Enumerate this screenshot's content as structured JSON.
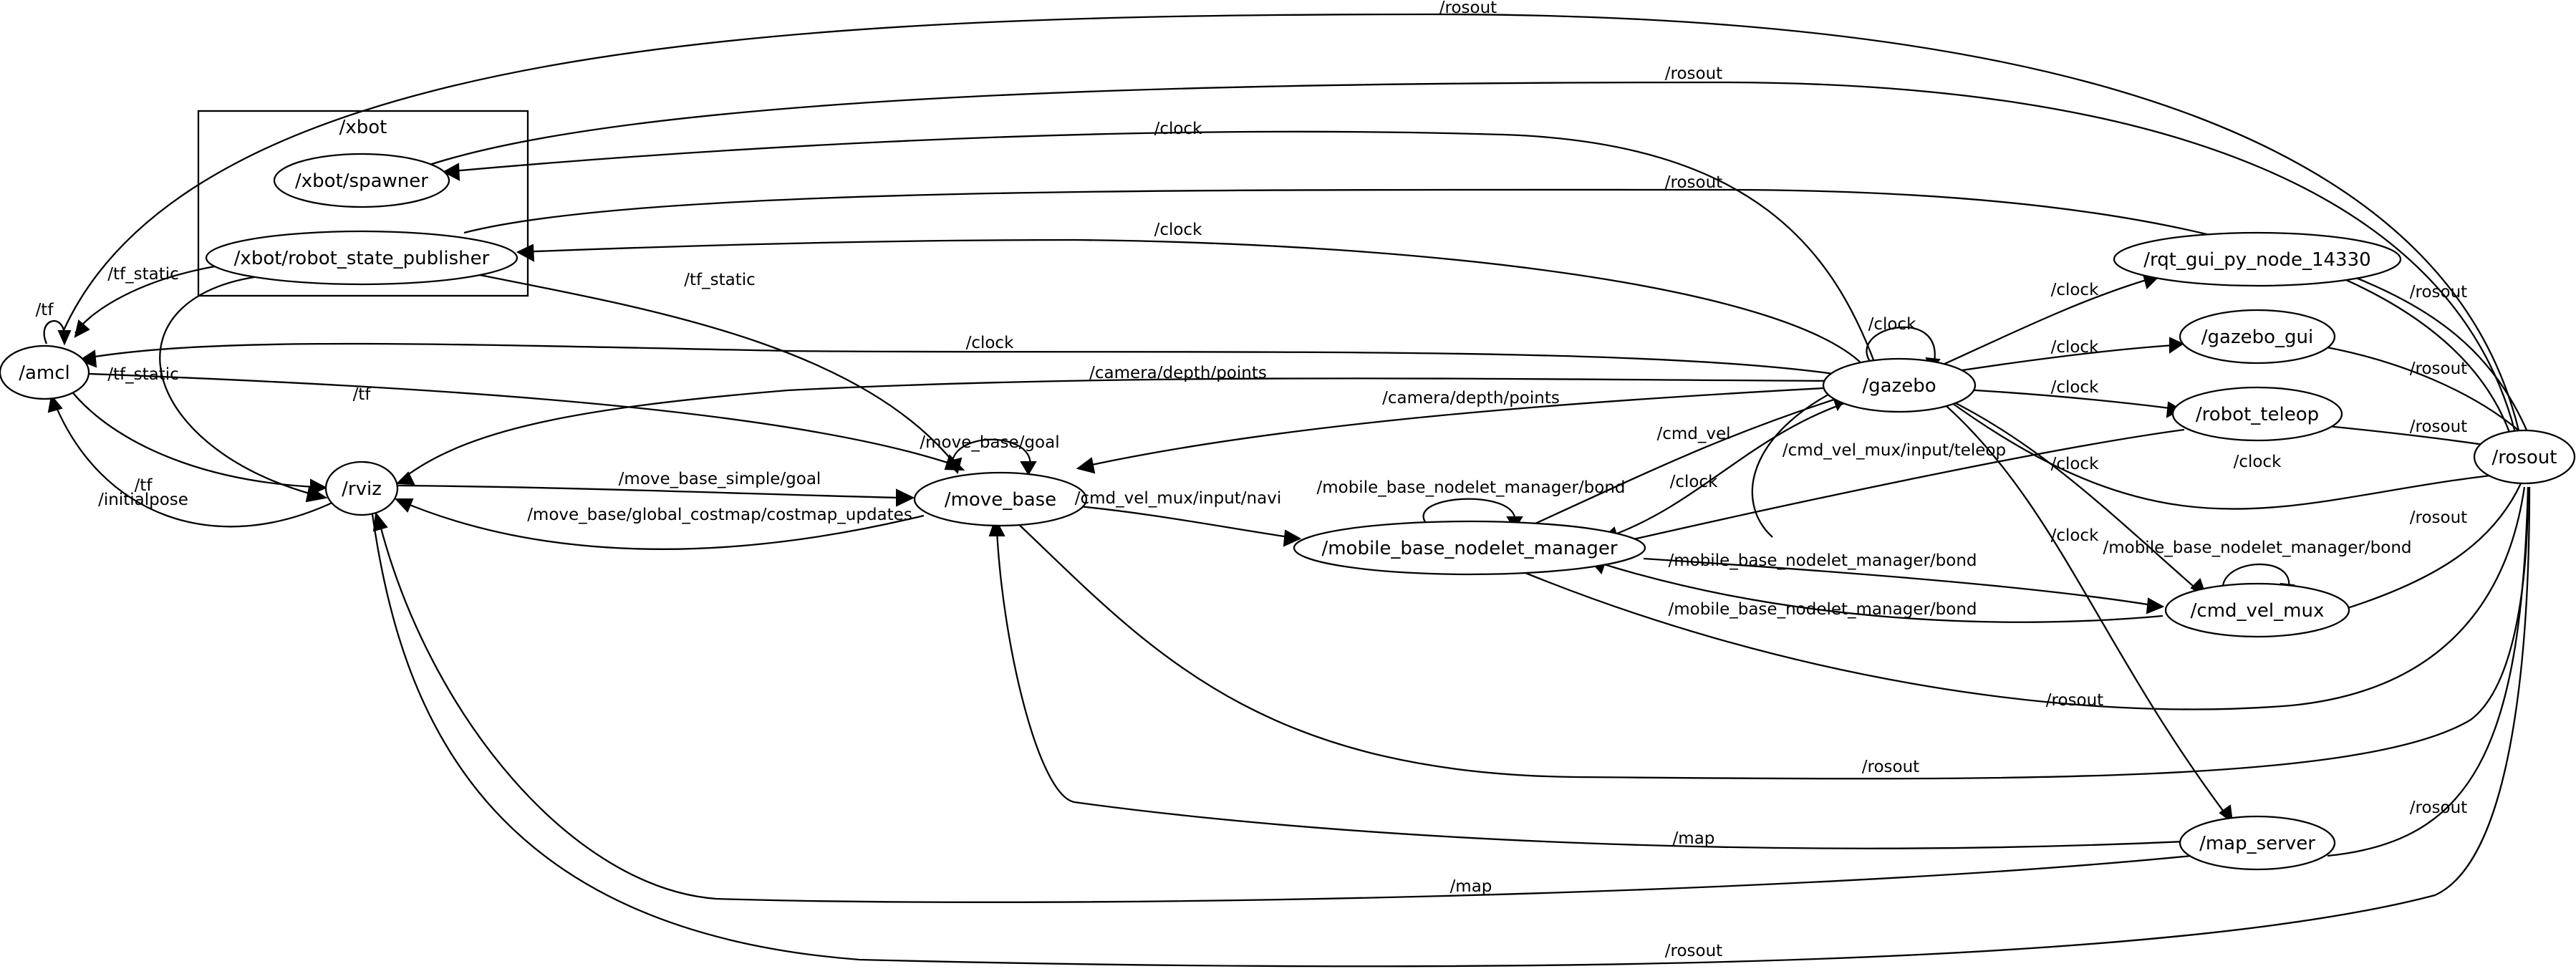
{
  "cluster": {
    "label": "/xbot"
  },
  "nodes": {
    "amcl": "/amcl",
    "rviz": "/rviz",
    "move_base": "/move_base",
    "spawner": "/xbot/spawner",
    "rsp": "/xbot/robot_state_publisher",
    "gazebo": "/gazebo",
    "mbnm": "/mobile_base_nodelet_manager",
    "rqt": "/rqt_gui_py_node_14330",
    "gazebo_gui": "/gazebo_gui",
    "robot_teleop": "/robot_teleop",
    "cmd_vel_mux": "/cmd_vel_mux",
    "map_server": "/map_server",
    "rosout": "/rosout"
  },
  "edges": {
    "amcl_rosout": "/rosout",
    "spawner_rosout": "/rosout",
    "gazebo_spawner": "/clock",
    "rsp_rosout": "/rosout",
    "gazebo_rsp": "/clock",
    "rsp_amcl": "/tf_static",
    "rsp_movebase": "/tf_static",
    "rsp_rviz": "/tf_static",
    "amcl_self": "/tf",
    "gazebo_amcl": "/clock",
    "gazebo_rviz": "/camera/depth/points",
    "amcl_movebase": "/tf",
    "gazebo_movebase": "/camera/depth/points",
    "amcl_rviz": "/tf",
    "rviz_amcl": "/initialpose",
    "movebase_self": "/move_base/goal",
    "rviz_movebase": "/move_base_simple/goal",
    "movebase_rviz": "/move_base/global_costmap/costmap_updates",
    "movebase_mbnm": "/cmd_vel_mux/input/navi",
    "mbnm_self": "/mobile_base_nodelet_manager/bond",
    "mbnm_gazebo": "/cmd_vel",
    "gazebo_mbnm": "/clock",
    "cvm_gazebo": "/cmd_vel_mux/input/teleop",
    "gazebo_self": "/clock",
    "gazebo_rqt": "/clock",
    "gazebo_gazebogui": "/clock",
    "gazebo_teleop": "/clock",
    "gazebo_cvm": "/clock",
    "gazebo_rosout": "/clock",
    "gazebo_mapserver": "/clock",
    "rqt_rosout": "/rosout",
    "gazebogui_rosout": "/rosout",
    "teleop_rosout": "/rosout",
    "cvm_self": "/mobile_base_nodelet_manager/bond",
    "mbnm_cvm": "/mobile_base_nodelet_manager/bond",
    "cvm_mbnm": "/mobile_base_nodelet_manager/bond",
    "cvm_rosout": "/rosout",
    "mbnm_rosout": "/rosout",
    "movebase_rosout": "/rosout",
    "mapserver_movebase": "/map",
    "mapserver_rviz": "/map",
    "mapserver_rosout": "/rosout",
    "rviz_rosout": "/rosout"
  }
}
